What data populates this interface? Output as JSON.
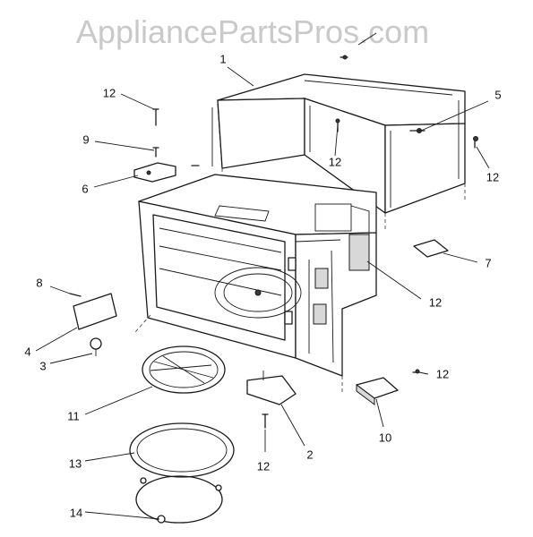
{
  "watermark": {
    "text": "AppliancePartsPros.com"
  },
  "callouts": [
    {
      "id": "c1",
      "label": "1"
    },
    {
      "id": "c2",
      "label": "2"
    },
    {
      "id": "c3",
      "label": "3"
    },
    {
      "id": "c4",
      "label": "4"
    },
    {
      "id": "c5",
      "label": "5"
    },
    {
      "id": "c6",
      "label": "6"
    },
    {
      "id": "c7",
      "label": "7"
    },
    {
      "id": "c8",
      "label": "8"
    },
    {
      "id": "c9",
      "label": "9"
    },
    {
      "id": "c10",
      "label": "10"
    },
    {
      "id": "c11",
      "label": "11"
    },
    {
      "id": "c12a",
      "label": "12"
    },
    {
      "id": "c12b",
      "label": "12"
    },
    {
      "id": "c12c",
      "label": "12"
    },
    {
      "id": "c12d",
      "label": "12"
    },
    {
      "id": "c12e",
      "label": "12"
    },
    {
      "id": "c12f",
      "label": "12"
    },
    {
      "id": "c13",
      "label": "13"
    },
    {
      "id": "c14",
      "label": "14"
    }
  ]
}
